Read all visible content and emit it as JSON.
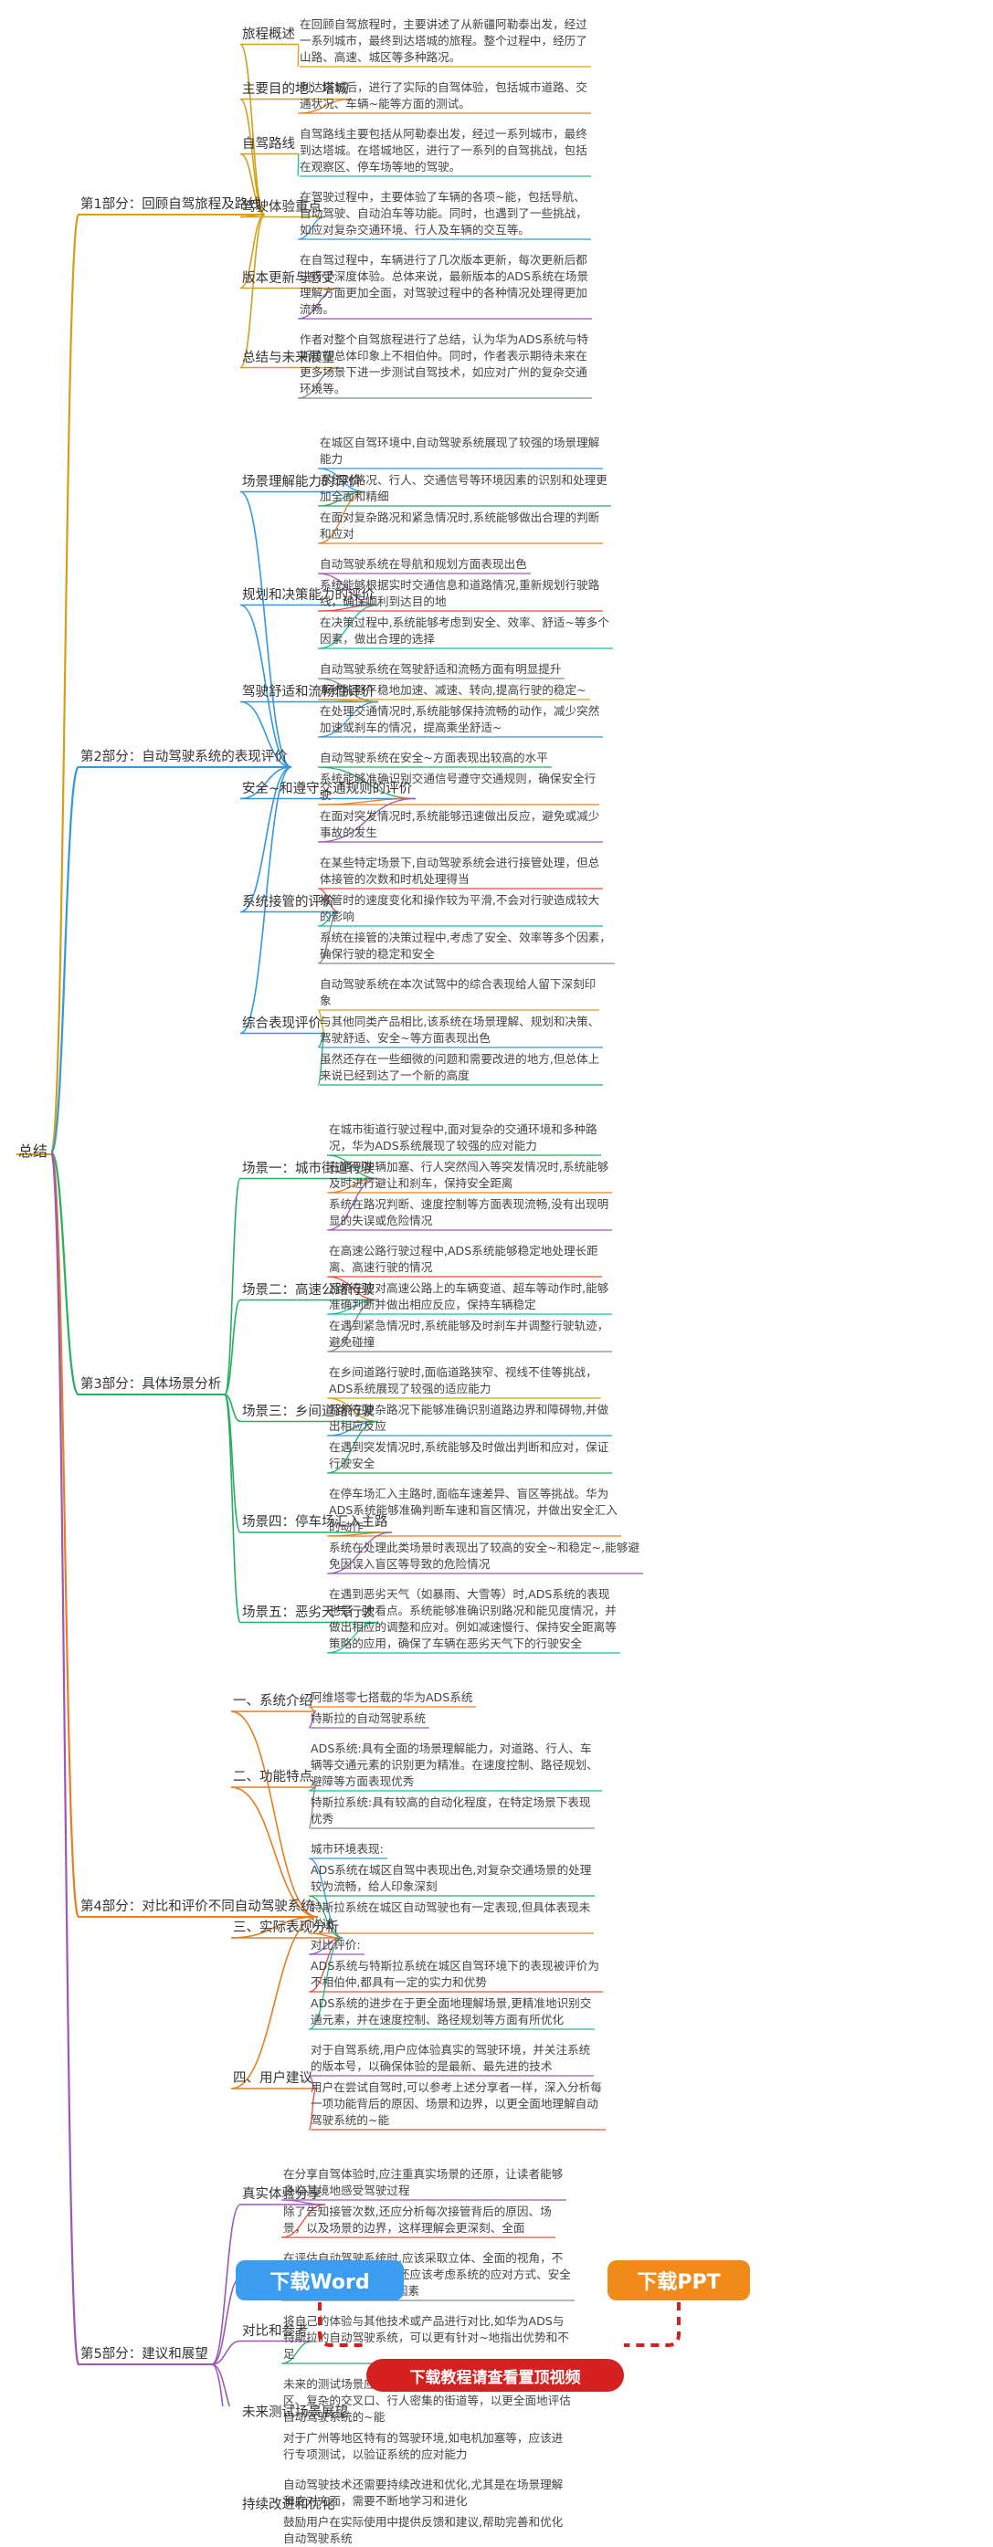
{
  "root": "总结",
  "colors": [
    "#d4a017",
    "#3498db",
    "#27ae60",
    "#e67e22",
    "#9b59b6",
    "#e74c3c",
    "#1abc9c",
    "#7f8c8d"
  ],
  "parts": [
    {
      "title": "第1部分：回顾自驾旅程及路线",
      "color": "#d4a017",
      "children": [
        {
          "title": "旅程概述",
          "leaves": [
            [
              "在回顾自驾旅程时，主要讲述了从新疆阿勒泰出发，经过",
              "一系列城市，最终到达塔城的旅程。整个过程中，经历了",
              "山路、高速、城区等多种路况。"
            ]
          ]
        },
        {
          "title": "主要目的地：塔城",
          "leaves": [
            [
              "到达塔城后，进行了实际的自驾体验，包括城市道路、交",
              "通状况、车辆~能等方面的测试。"
            ]
          ]
        },
        {
          "title": "自驾路线",
          "leaves": [
            [
              "自驾路线主要包括从阿勒泰出发，经过一系列城市，最终",
              "到达塔城。在塔城地区，进行了一系列的自驾挑战，包括",
              "在观察区、停车场等地的驾驶。"
            ]
          ]
        },
        {
          "title": "驾驶体验重点",
          "leaves": [
            [
              "在驾驶过程中，主要体验了车辆的各项~能，包括导航、",
              "自动驾驶、自动泊车等功能。同时，也遇到了一些挑战，",
              "如应对复杂交通环境、行人及车辆的交互等。"
            ]
          ]
        },
        {
          "title": "版本更新与感受",
          "leaves": [
            [
              "在自驾过程中，车辆进行了几次版本更新，每次更新后都",
              "进行了深度体验。总体来说，最新版本的ADS系统在场景",
              "理解方面更加全面，对驾驶过程中的各种情况处理得更加",
              "流畅。"
            ]
          ]
        },
        {
          "title": "总结与未来展望",
          "leaves": [
            [
              "作者对整个自驾旅程进行了总结，认为华为ADS系统与特",
              "斯拉在总体印象上不相伯仲。同时，作者表示期待未来在",
              "更多场景下进一步测试自驾技术，如应对广州的复杂交通",
              "环境等。"
            ]
          ]
        }
      ]
    },
    {
      "title": "第2部分：自动驾驶系统的表现评价",
      "color": "#3498db",
      "children": [
        {
          "title": "场景理解能力的评价",
          "leaves": [
            [
              "在城区自驾环境中,自动驾驶系统展现了较强的场景理解",
              "能力"
            ],
            [
              "系统对路况、行人、交通信号等环境因素的识别和处理更",
              "加全面和精细"
            ],
            [
              "在面对复杂路况和紧急情况时,系统能够做出合理的判断",
              "和应对"
            ]
          ]
        },
        {
          "title": "规划和决策能力的评价",
          "leaves": [
            [
              "自动驾驶系统在导航和规划方面表现出色"
            ],
            [
              "系统能够根据实时交通信息和道路情况,重新规划行驶路",
              "线，确保顺利到达目的地"
            ],
            [
              "在决策过程中,系统能够考虑到安全、效率、舒适~等多个",
              "因素，做出合理的选择"
            ]
          ]
        },
        {
          "title": "驾驶舒适和流畅性评价",
          "leaves": [
            [
              "自动驾驶系统在驾驶舒适和流畅方面有明显提升"
            ],
            [
              "系统能够平稳地加速、减速、转向,提高行驶的稳定~"
            ],
            [
              "在处理交通情况时,系统能够保持流畅的动作，减少突然",
              "加速或刹车的情况，提高乘坐舒适~"
            ]
          ]
        },
        {
          "title": "安全~和遵守交通规则的评价",
          "leaves": [
            [
              "自动驾驶系统在安全~方面表现出较高的水平"
            ],
            [
              "系统能够准确识别交通信号遵守交通规则，确保安全行",
              "驶"
            ],
            [
              "在面对突发情况时,系统能够迅速做出反应，避免或减少",
              "事故的发生"
            ]
          ]
        },
        {
          "title": "系统接管的评价",
          "leaves": [
            [
              "在某些特定场景下,自动驾驶系统会进行接管处理，但总",
              "体接管的次数和时机处理得当"
            ],
            [
              "接管时的速度变化和操作较为平滑,不会对行驶造成较大",
              "的影响"
            ],
            [
              "系统在接管的决策过程中,考虑了安全、效率等多个因素，",
              "确保行驶的稳定和安全"
            ]
          ]
        },
        {
          "title": "综合表现评价",
          "leaves": [
            [
              "自动驾驶系统在本次试驾中的综合表现给人留下深刻印",
              "象"
            ],
            [
              "与其他同类产品相比,该系统在场景理解、规划和决策、",
              "驾驶舒适、安全~等方面表现出色"
            ],
            [
              "虽然还存在一些细微的问题和需要改进的地方,但总体上",
              "来说已经到达了一个新的高度"
            ]
          ]
        }
      ]
    },
    {
      "title": "第3部分：具体场景分析",
      "color": "#27ae60",
      "children": [
        {
          "title": "场景一：城市街道行驶",
          "leaves": [
            [
              "在城市街道行驶过程中,面对复杂的交通环境和多种路",
              "况，华为ADS系统展现了较强的应对能力"
            ],
            [
              "在遇到车辆加塞、行人突然闯入等突发情况时,系统能够",
              "及时进行避让和刹车，保持安全距离"
            ],
            [
              "系统在路况判断、速度控制等方面表现流畅,没有出现明",
              "显的失误或危险情况"
            ]
          ]
        },
        {
          "title": "场景二：高速公路行驶",
          "leaves": [
            [
              "在高速公路行驶过程中,ADS系统能够稳定地处理长距",
              "离、高速行驶的情况"
            ],
            [
              "系统在应对高速公路上的车辆变道、超车等动作时,能够",
              "准确判断并做出相应反应，保持车辆稳定"
            ],
            [
              "在遇到紧急情况时,系统能够及时刹车并调整行驶轨迹，",
              "避免碰撞"
            ]
          ]
        },
        {
          "title": "场景三：乡间道路行驶",
          "leaves": [
            [
              "在乡间道路行驶时,面临道路狭窄、视线不佳等挑战，",
              "ADS系统展现了较强的适应能力"
            ],
            [
              "系统在复杂路况下能够准确识别道路边界和障碍物,并做",
              "出相应反应"
            ],
            [
              "在遇到突发情况时,系统能够及时做出判断和应对，保证",
              "行驶安全"
            ]
          ]
        },
        {
          "title": "场景四：停车场汇入主路",
          "leaves": [
            [
              "在停车场汇入主路时,面临车速差异、盲区等挑战。华为",
              "ADS系统能够准确判断车速和盲区情况，并做出安全汇入",
              "的动作"
            ],
            [
              "系统在处理此类场景时表现出了较高的安全~和稳定~,能够避",
              "免因误入盲区等导致的危险情况"
            ]
          ]
        },
        {
          "title": "场景五：恶劣天气行驶",
          "leaves": [
            [
              "在遇到恶劣天气（如暴雨、大雪等）时,ADS系统的表现",
              "也是一大看点。系统能够准确识别路况和能见度情况，并",
              "做出相应的调整和应对。例如减速慢行、保持安全距离等",
              "策略的应用，确保了车辆在恶劣天气下的行驶安全"
            ]
          ]
        }
      ]
    },
    {
      "title": "第4部分：对比和评价不同自动驾驶系统",
      "color": "#e67e22",
      "children": [
        {
          "title": "一、系统介绍",
          "leaves": [
            [
              "阿维塔零七搭载的华为ADS系统"
            ],
            [
              "特斯拉的自动驾驶系统"
            ]
          ]
        },
        {
          "title": "二、功能特点",
          "leaves": [
            [
              "ADS系统:具有全面的场景理解能力，对道路、行人、车",
              "辆等交通元素的识别更为精准。在速度控制、路径规划、",
              "避障等方面表现优秀"
            ],
            [
              "特斯拉系统:具有较高的自动化程度，在特定场景下表现",
              "优秀"
            ]
          ]
        },
        {
          "title": "三、实际表现分析",
          "leaves": [
            [
              "城市环境表现:"
            ],
            [
              "ADS系统在城区自驾中表现出色,对复杂交通场景的处理",
              "较为流畅，给人印象深刻"
            ],
            [
              "特斯拉系统在城区自动驾驶也有一定表现,但具体表现未",
              "详述"
            ],
            [
              "对比评价:"
            ],
            [
              "ADS系统与特斯拉系统在城区自驾环境下的表现被评价为",
              "不相伯仲,都具有一定的实力和优势"
            ],
            [
              "ADS系统的进步在于更全面地理解场景,更精准地识别交",
              "通元素，并在速度控制、路径规划等方面有所优化"
            ]
          ]
        },
        {
          "title": "四、用户建议",
          "leaves": [
            [
              "对于自驾系统,用户应体验真实的驾驶环境，并关注系统",
              "的版本号，以确保体验的是最新、最先进的技术"
            ],
            [
              "用户在尝试自驾时,可以参考上述分享者一样，深入分析每",
              "一项功能背后的原因、场景和边界，以更全面地理解自动",
              "驾驶系统的~能"
            ]
          ]
        }
      ]
    },
    {
      "title": "第5部分：建议和展望",
      "color": "#9b59b6",
      "children": [
        {
          "title": "真实体验分享",
          "leaves": [
            [
              "在分享自驾体验时,应注重真实场景的还原，让读者能够",
              "身临其境地感受驾驶过程"
            ],
            [
              "除了告知接管次数,还应分析每次接管背后的原因、场",
              "景，以及场景的边界，这样理解会更深刻、全面"
            ]
          ]
        },
        {
          "title": "全面理解评估",
          "leaves": [
            [
              "在评估自动驾驶系统时,应该采取立体、全面的视角，不",
              "仅仅局限于是否接管，还应该考虑系统的应对方式、安全",
              "~、用户体验等多方面因素"
            ]
          ]
        },
        {
          "title": "对比和参考",
          "leaves": [
            [
              "将自己的体验与其他技术或产品进行对比,如华为ADS与",
              "特斯拉的自动驾驶系统，可以更有针对~地指出优势和不",
              "足"
            ]
          ]
        },
        {
          "title": "未来测试场景展望",
          "leaves": [
            [
              "未来的测试场景应该包括更复杂的交通环境,如拥堵的城",
              "区、复杂的交叉口、行人密集的街道等，以更全面地评估",
              "自动驾驶系统的~能"
            ],
            [
              "对于广州等地区特有的驾驶环境,如电机加塞等，应该进",
              "行专项测试，以验证系统的应对能力"
            ]
          ]
        },
        {
          "title": "持续改进和优化",
          "leaves": [
            [
              "自动驾驶技术还需要持续改进和优化,尤其是在场景理解",
              "和应对方面，需要不断地学习和进化"
            ],
            [
              "鼓励用户在实际使用中提供反馈和建议,帮助完善和优化",
              "自动驾驶系统"
            ]
          ]
        }
      ]
    }
  ],
  "footer": {
    "word_label": "下载Word",
    "ppt_label": "下载PPT",
    "notice": "下载教程请查看置顶视频"
  }
}
